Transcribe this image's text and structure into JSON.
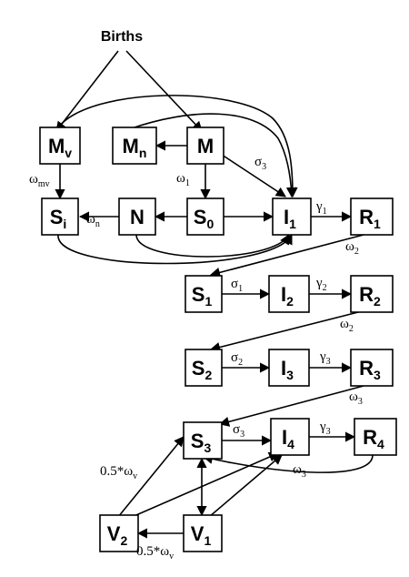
{
  "title": "Births",
  "nodes": {
    "Mv": {
      "main": "M",
      "sub": "v"
    },
    "Mn": {
      "main": "M",
      "sub": "n"
    },
    "M": {
      "main": "M",
      "sub": ""
    },
    "Si": {
      "main": "S",
      "sub": "i"
    },
    "N": {
      "main": "N",
      "sub": ""
    },
    "S0": {
      "main": "S",
      "sub": "0"
    },
    "I1": {
      "main": "I",
      "sub": "1"
    },
    "R1": {
      "main": "R",
      "sub": "1"
    },
    "S1": {
      "main": "S",
      "sub": "1"
    },
    "I2": {
      "main": "I",
      "sub": "2"
    },
    "R2": {
      "main": "R",
      "sub": "2"
    },
    "S2": {
      "main": "S",
      "sub": "2"
    },
    "I3": {
      "main": "I",
      "sub": "3"
    },
    "R3": {
      "main": "R",
      "sub": "3"
    },
    "S3": {
      "main": "S",
      "sub": "3"
    },
    "I4": {
      "main": "I",
      "sub": "4"
    },
    "R4": {
      "main": "R",
      "sub": "4"
    },
    "V2": {
      "main": "V",
      "sub": "2"
    },
    "V1": {
      "main": "V",
      "sub": "1"
    }
  },
  "rates": {
    "omega_mv": {
      "main": "ω",
      "sub": "mv"
    },
    "omega_n": {
      "main": "ω",
      "sub": "n"
    },
    "omega_1": {
      "main": "ω",
      "sub": "1"
    },
    "sigma_3a": {
      "main": "σ",
      "sub": "3"
    },
    "gamma_1": {
      "main": "γ",
      "sub": "1"
    },
    "omega_2a": {
      "main": "ω",
      "sub": "2"
    },
    "sigma_1": {
      "main": "σ",
      "sub": "1"
    },
    "gamma_2": {
      "main": "γ",
      "sub": "2"
    },
    "omega_2b": {
      "main": "ω",
      "sub": "2"
    },
    "sigma_2": {
      "main": "σ",
      "sub": "2"
    },
    "gamma_3a": {
      "main": "γ",
      "sub": "3"
    },
    "omega_3a": {
      "main": "ω",
      "sub": "3"
    },
    "sigma_3b": {
      "main": "σ",
      "sub": "3"
    },
    "gamma_3b": {
      "main": "γ",
      "sub": "3"
    },
    "omega_3b": {
      "main": "ω",
      "sub": "3"
    },
    "vax_up": {
      "main": "0.5*ω",
      "sub": "v"
    },
    "vax_low": {
      "main": "0.5*ω",
      "sub": "v"
    }
  }
}
